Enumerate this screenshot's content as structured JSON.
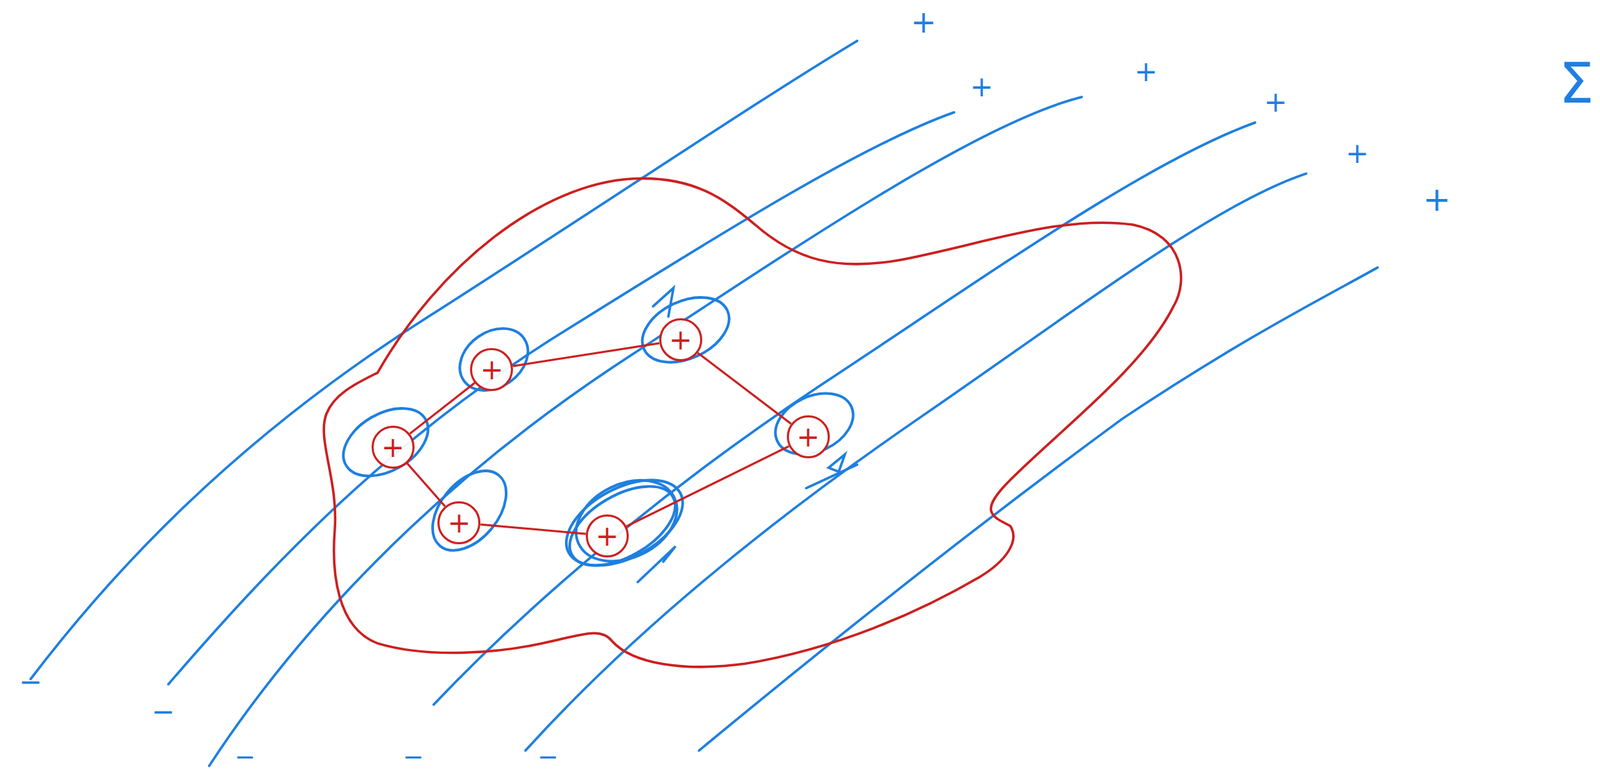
{
  "diagram": {
    "nodes": [
      {
        "text": [
          "+"
        ]
      },
      {
        "text": [
          "+"
        ]
      },
      {
        "text": [
          "+"
        ]
      },
      {
        "text": [
          "+"
        ]
      },
      {
        "text": [
          "+"
        ]
      },
      {
        "text": [
          "+"
        ]
      }
    ],
    "edges": [
      {
        "from": 0,
        "to": 1,
        "arrow": "none"
      },
      {
        "from": 1,
        "to": 2,
        "arrow": "none"
      },
      {
        "from": 2,
        "to": 3,
        "arrow": "none"
      },
      {
        "from": 3,
        "to": 4,
        "arrow": "none"
      },
      {
        "from": 4,
        "to": 5,
        "arrow": "none"
      },
      {
        "from": 5,
        "to": 0,
        "arrow": "none"
      }
    ],
    "labels": [
      "+",
      "+",
      "+",
      "+",
      "+",
      "+",
      "−",
      "−",
      "−",
      "−",
      "−",
      "Σ"
    ]
  }
}
